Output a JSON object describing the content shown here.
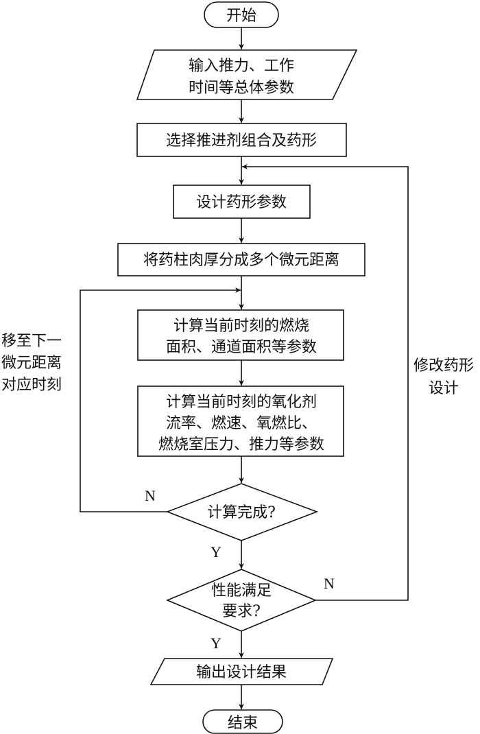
{
  "diagram": {
    "type": "flowchart",
    "nodes": {
      "start": {
        "shape": "terminator",
        "text": "开始"
      },
      "input": {
        "shape": "parallelogram",
        "lines": [
          "输入推力、工作",
          "时间等总体参数"
        ]
      },
      "select": {
        "shape": "process",
        "text": "选择推进剂组合及药形"
      },
      "design": {
        "shape": "process",
        "text": "设计药形参数"
      },
      "split": {
        "shape": "process",
        "text": "将药柱肉厚分成多个微元距离"
      },
      "calc1": {
        "shape": "process",
        "lines": [
          "计算当前时刻的燃烧",
          "面积、通道面积等参数"
        ]
      },
      "calc2": {
        "shape": "process",
        "lines": [
          "计算当前时刻的氧化剂",
          "流率、燃速、氧燃比、",
          "燃烧室压力、推力等参数"
        ]
      },
      "decision1": {
        "shape": "decision",
        "text": "计算完成?"
      },
      "decision2": {
        "shape": "decision",
        "lines": [
          "性能满足",
          "要求?"
        ]
      },
      "output": {
        "shape": "parallelogram",
        "text": "输出设计结果"
      },
      "end": {
        "shape": "terminator",
        "text": "结束"
      }
    },
    "edge_labels": {
      "loop_back": [
        "移至下一",
        "微元距离",
        "对应时刻"
      ],
      "modify": [
        "修改药形",
        "设计"
      ],
      "d1_no": "N",
      "d1_yes": "Y",
      "d2_no": "N",
      "d2_yes": "Y"
    },
    "edges": [
      {
        "from": "start",
        "to": "input"
      },
      {
        "from": "input",
        "to": "select"
      },
      {
        "from": "select",
        "to": "design"
      },
      {
        "from": "design",
        "to": "split"
      },
      {
        "from": "split",
        "to": "calc1"
      },
      {
        "from": "calc1",
        "to": "calc2"
      },
      {
        "from": "calc2",
        "to": "decision1"
      },
      {
        "from": "decision1",
        "to": "calc1",
        "label": "N"
      },
      {
        "from": "decision1",
        "to": "decision2",
        "label": "Y"
      },
      {
        "from": "decision2",
        "to": "design",
        "label": "N"
      },
      {
        "from": "decision2",
        "to": "output",
        "label": "Y"
      },
      {
        "from": "output",
        "to": "end"
      }
    ]
  }
}
